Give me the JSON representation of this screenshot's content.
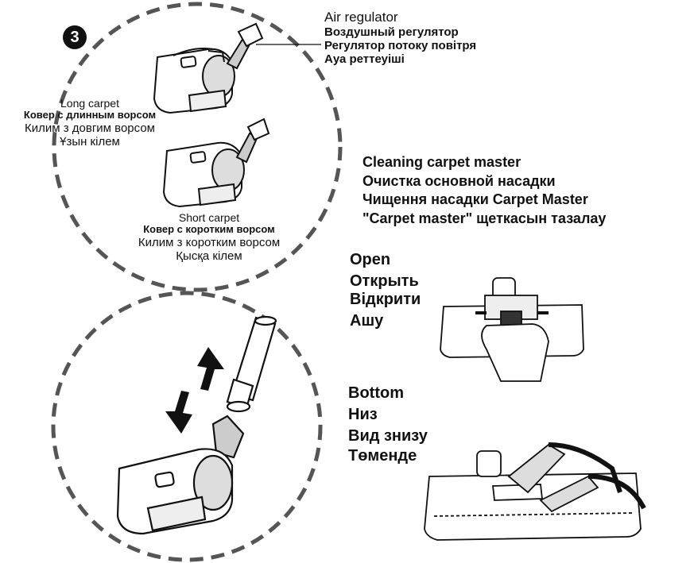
{
  "step_number": "3",
  "air_regulator": {
    "en": "Air regulator",
    "ru": "Воздушный регулятор",
    "uk": "Регулятор потоку повітря",
    "kk": "Ауа реттеуіші"
  },
  "long_carpet": {
    "en": "Long carpet",
    "ru": "Ковер с длинным ворсом",
    "uk": "Килим з довгим ворсом",
    "kk": "Ұзын кілем"
  },
  "short_carpet": {
    "en": "Short carpet",
    "ru": "Ковер с коротким ворсом",
    "uk": "Килим з коротким ворсом",
    "kk": "Қысқа кілем"
  },
  "cleaning": {
    "en": "Cleaning carpet master",
    "ru": "Очистка основной насадки",
    "uk": "Чищення насадки Carpet Master",
    "kk": "\"Carpet master\" щеткасын тазалау"
  },
  "open": {
    "en": "Open",
    "ru": "Открыть",
    "uk": "Відкрити",
    "kk": "Ашу"
  },
  "bottom": {
    "en": "Bottom",
    "ru": "Низ",
    "uk": "Вид знизу",
    "kk": "Төменде"
  },
  "colors": {
    "ink": "#111111",
    "dash": "#555555"
  }
}
